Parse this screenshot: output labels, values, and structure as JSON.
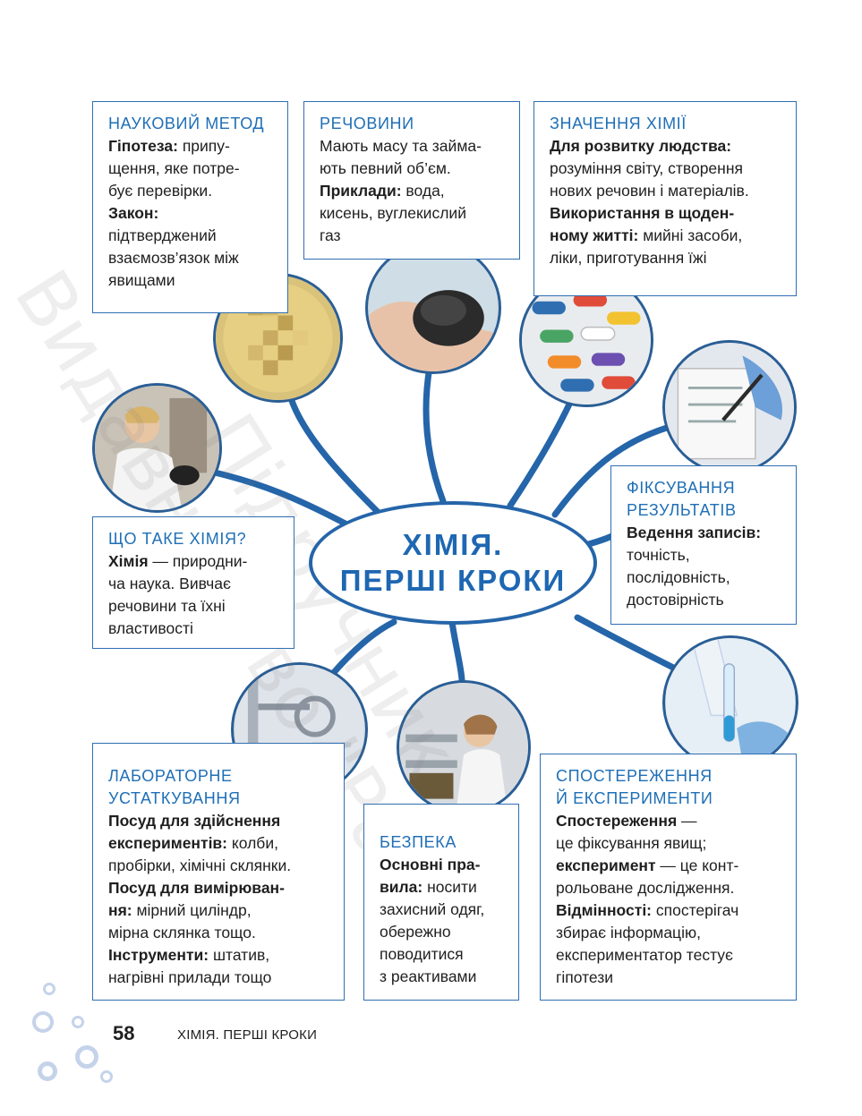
{
  "center": {
    "line1": "ХІМІЯ.",
    "line2": "ПЕРШІ КРОКИ"
  },
  "watermark": {
    "line1": "Підручник",
    "line2": "Видавництво \"Ранок\""
  },
  "cards": {
    "method": {
      "title": "НАУКОВИЙ МЕТОД",
      "l1_b": "Гіпотеза:",
      "l1_t": " припу-",
      "l2": "щення, яке потре-",
      "l3": "бує перевірки.",
      "l4_b": "Закон:",
      "l5": "підтверджений",
      "l6": "взаємозв’язок між",
      "l7": "явищами"
    },
    "substances": {
      "title": "РЕЧОВИНИ",
      "l1": "Мають масу та займа-",
      "l2": "ють певний об’єм.",
      "l3_b": "Приклади:",
      "l3_t": " вода,",
      "l4": "кисень, вуглекислий",
      "l5": "газ"
    },
    "importance": {
      "title": "ЗНАЧЕННЯ ХІМІЇ",
      "l1_b": "Для розвитку людства:",
      "l2": "розуміння світу, створення",
      "l3": "нових речовин і матеріалів.",
      "l4_b": "Використання в щоден-",
      "l5_b": "ному житті:",
      "l5_t": " мийні засоби,",
      "l6": "ліки, приготування їжі"
    },
    "what": {
      "title": "ЩО ТАКЕ ХІМІЯ?",
      "l1_b": "Хімія",
      "l1_t": " — природни-",
      "l2": "ча наука. Вивчає",
      "l3": "речовини та їхні",
      "l4": "властивості"
    },
    "recording": {
      "title1": "ФІКСУВАННЯ",
      "title2": "РЕЗУЛЬТАТІВ",
      "l1_b": "Ведення записів:",
      "l2": "точність,",
      "l3": "послідовність,",
      "l4": "достовірність"
    },
    "lab": {
      "title1": "ЛАБОРАТОРНЕ",
      "title2": "УСТАТКУВАННЯ",
      "l1_b": "Посуд для здійснення",
      "l2_b": "експериментів:",
      "l2_t": " колби,",
      "l3": "пробірки, хімічні склянки.",
      "l4_b": "Посуд для вимірюван-",
      "l5_b": "ня:",
      "l5_t": " мірний циліндр,",
      "l6": "мірна склянка тощо.",
      "l7_b": "Інструменти:",
      "l7_t": " штатив,",
      "l8": "нагрівні прилади тощо"
    },
    "safety": {
      "title": "БЕЗПЕКА",
      "l1_b": "Основні пра-",
      "l2_b": "вила:",
      "l2_t": " носити",
      "l3": "захисний одяг,",
      "l4": "обережно",
      "l5": "поводитися",
      "l6": "з реактивами"
    },
    "observation": {
      "title1": "СПОСТЕРЕЖЕННЯ",
      "title2": "Й ЕКСПЕРИМЕНТИ",
      "l1_b": "Спостереження",
      "l1_t": " —",
      "l2": "це фіксування явищ;",
      "l3_b": "експеримент",
      "l3_t": " — це конт-",
      "l4": "рольоване дослідження.",
      "l5_b": "Відмінності:",
      "l5_t": " спостерігач",
      "l6": "збирає інформацію,",
      "l7": "експериментатор тестує",
      "l8": "гіпотези"
    }
  },
  "footer": {
    "page_number": "58",
    "title": "ХІМІЯ. ПЕРШІ КРОКИ"
  },
  "colors": {
    "accent": "#1f6fb6",
    "border": "#2f6fb1",
    "branch": "#2565a9",
    "dots": "#c5d3ea"
  }
}
